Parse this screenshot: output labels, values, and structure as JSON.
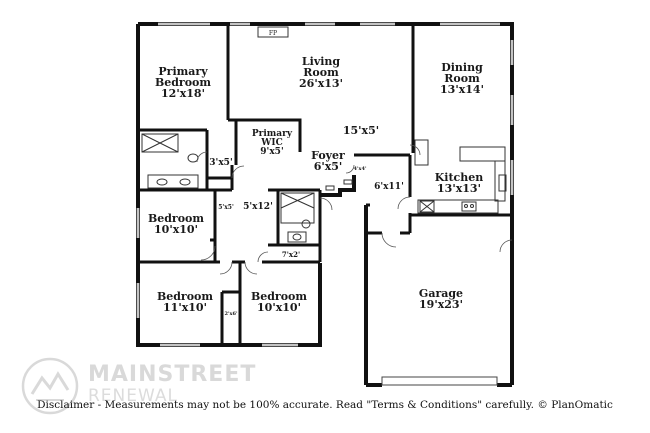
{
  "brand": {
    "line1": "MAINSTREET",
    "line2": "RENEWAL"
  },
  "disclaimer": "Disclaimer - Measurements may not be 100% accurate. Read \"Terms & Conditions\" carefully. © PlanOmatic",
  "rooms": {
    "primary_bedroom": {
      "name_1": "Primary",
      "name_2": "Bedroom",
      "dims": "12'x18'"
    },
    "living_room": {
      "name_1": "Living",
      "name_2": "Room",
      "dims": "26'x13'"
    },
    "dining_room": {
      "name_1": "Dining",
      "name_2": "Room",
      "dims": "13'x14'"
    },
    "primary_wic": {
      "name_1": "Primary",
      "name_2": "WIC",
      "dims": "9'x5'"
    },
    "foyer": {
      "name": "Foyer",
      "dims": "6'x5'"
    },
    "kitchen": {
      "name": "Kitchen",
      "dims": "13'x13'"
    },
    "bedroom_a": {
      "name": "Bedroom",
      "dims": "10'x10'"
    },
    "bedroom_b": {
      "name": "Bedroom",
      "dims": "11'x10'"
    },
    "bedroom_c": {
      "name": "Bedroom",
      "dims": "10'x10'"
    },
    "garage": {
      "name": "Garage",
      "dims": "19'x23'"
    }
  },
  "dimension_labels": {
    "hall_15x5": "15'x5'",
    "bath_3x5": "3'x5'",
    "closet_6x11": "6'x11'",
    "closet_5x5": "5'x5'",
    "hall_5x12": "5'x12'",
    "closet_7x2": "7'x2'",
    "closet_2x6": "2'x6'",
    "closet_4x4": "4'x4'"
  },
  "fixtures": {
    "fireplace": "FP"
  }
}
